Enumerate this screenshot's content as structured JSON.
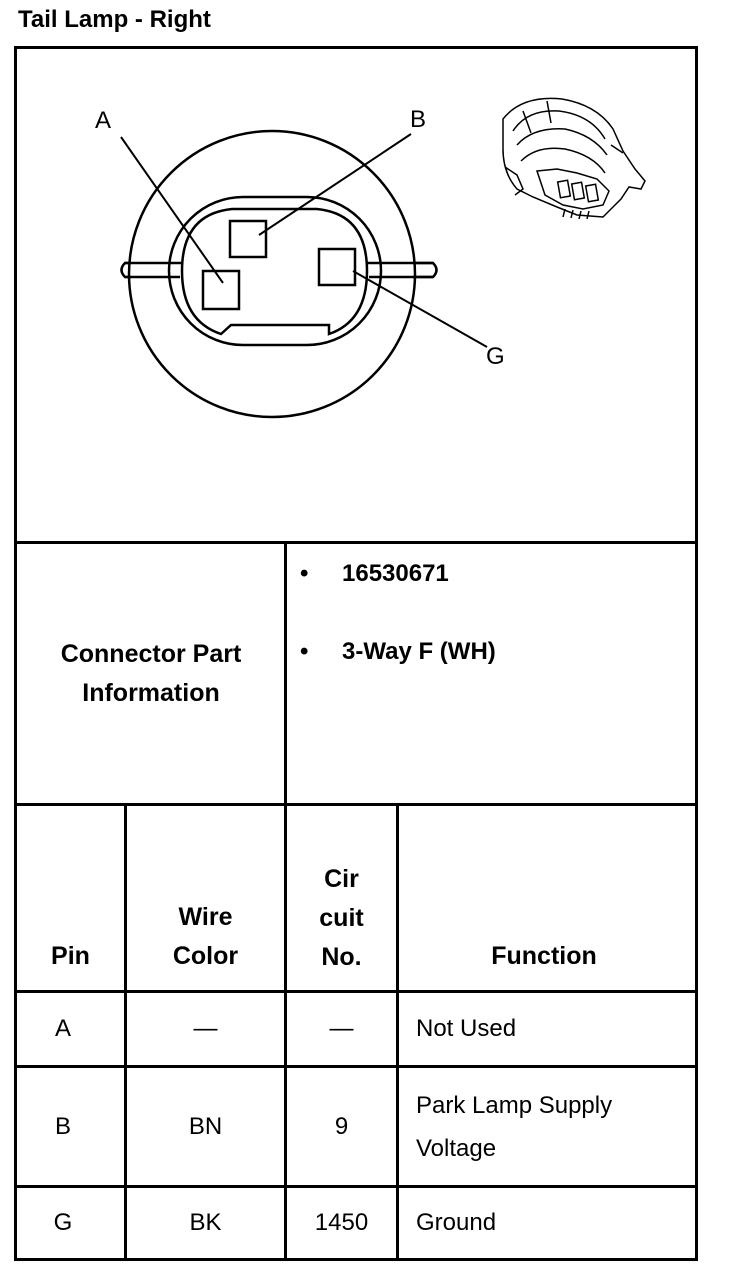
{
  "title": "Tail Lamp - Right",
  "diagram": {
    "pin_labels": [
      "A",
      "B",
      "G"
    ]
  },
  "connector_info": {
    "label_line1": "Connector Part",
    "label_line2": "Information",
    "bullet": "•",
    "items": [
      "16530671",
      "3-Way F (WH)"
    ]
  },
  "table": {
    "headers": {
      "pin": "Pin",
      "wire_color_1": "Wire",
      "wire_color_2": "Color",
      "circuit_1": "Cir",
      "circuit_2": "cuit",
      "circuit_3": "No.",
      "function": "Function"
    },
    "rows": [
      {
        "pin": "A",
        "wire_color": "—",
        "circuit": "—",
        "function_1": "Not Used",
        "function_2": ""
      },
      {
        "pin": "B",
        "wire_color": "BN",
        "circuit": "9",
        "function_1": "Park Lamp Supply",
        "function_2": "Voltage"
      },
      {
        "pin": "G",
        "wire_color": "BK",
        "circuit": "1450",
        "function_1": "Ground",
        "function_2": ""
      }
    ]
  }
}
